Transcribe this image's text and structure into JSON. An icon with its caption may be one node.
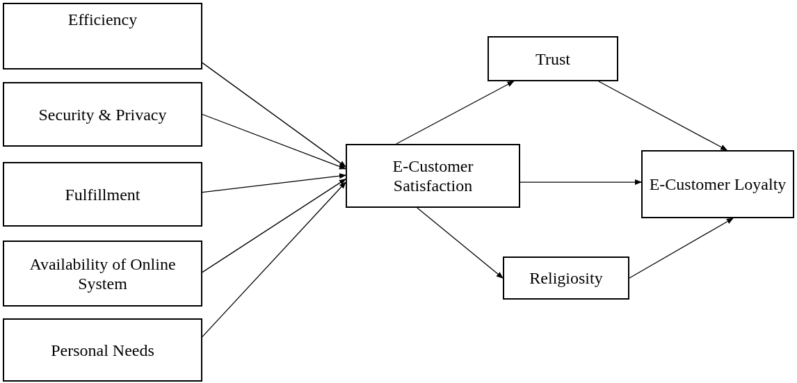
{
  "diagram": {
    "nodes": [
      {
        "text": [
          "Efficiency"
        ]
      },
      {
        "text": [
          "Security & Privacy"
        ]
      },
      {
        "text": [
          "Fulfillment"
        ]
      },
      {
        "text": [
          "Availability of Online System"
        ]
      },
      {
        "text": [
          "Personal Needs"
        ]
      },
      {
        "text": [
          "E-Customer Satisfaction"
        ]
      },
      {
        "text": [
          "Trust"
        ]
      },
      {
        "text": [
          "E-Customer Loyalty"
        ]
      },
      {
        "text": [
          "Religiosity"
        ]
      }
    ],
    "edges": [
      {
        "from": 0,
        "to": 5,
        "arrow": "to"
      },
      {
        "from": 1,
        "to": 5,
        "arrow": "to"
      },
      {
        "from": 2,
        "to": 5,
        "arrow": "to"
      },
      {
        "from": 3,
        "to": 5,
        "arrow": "to"
      },
      {
        "from": 4,
        "to": 5,
        "arrow": "to"
      },
      {
        "from": 5,
        "to": 6,
        "arrow": "to"
      },
      {
        "from": 6,
        "to": 7,
        "arrow": "to"
      },
      {
        "from": 5,
        "to": 7,
        "arrow": "to"
      },
      {
        "from": 5,
        "to": 8,
        "arrow": "to"
      },
      {
        "from": 8,
        "to": 7,
        "arrow": "to"
      }
    ]
  }
}
